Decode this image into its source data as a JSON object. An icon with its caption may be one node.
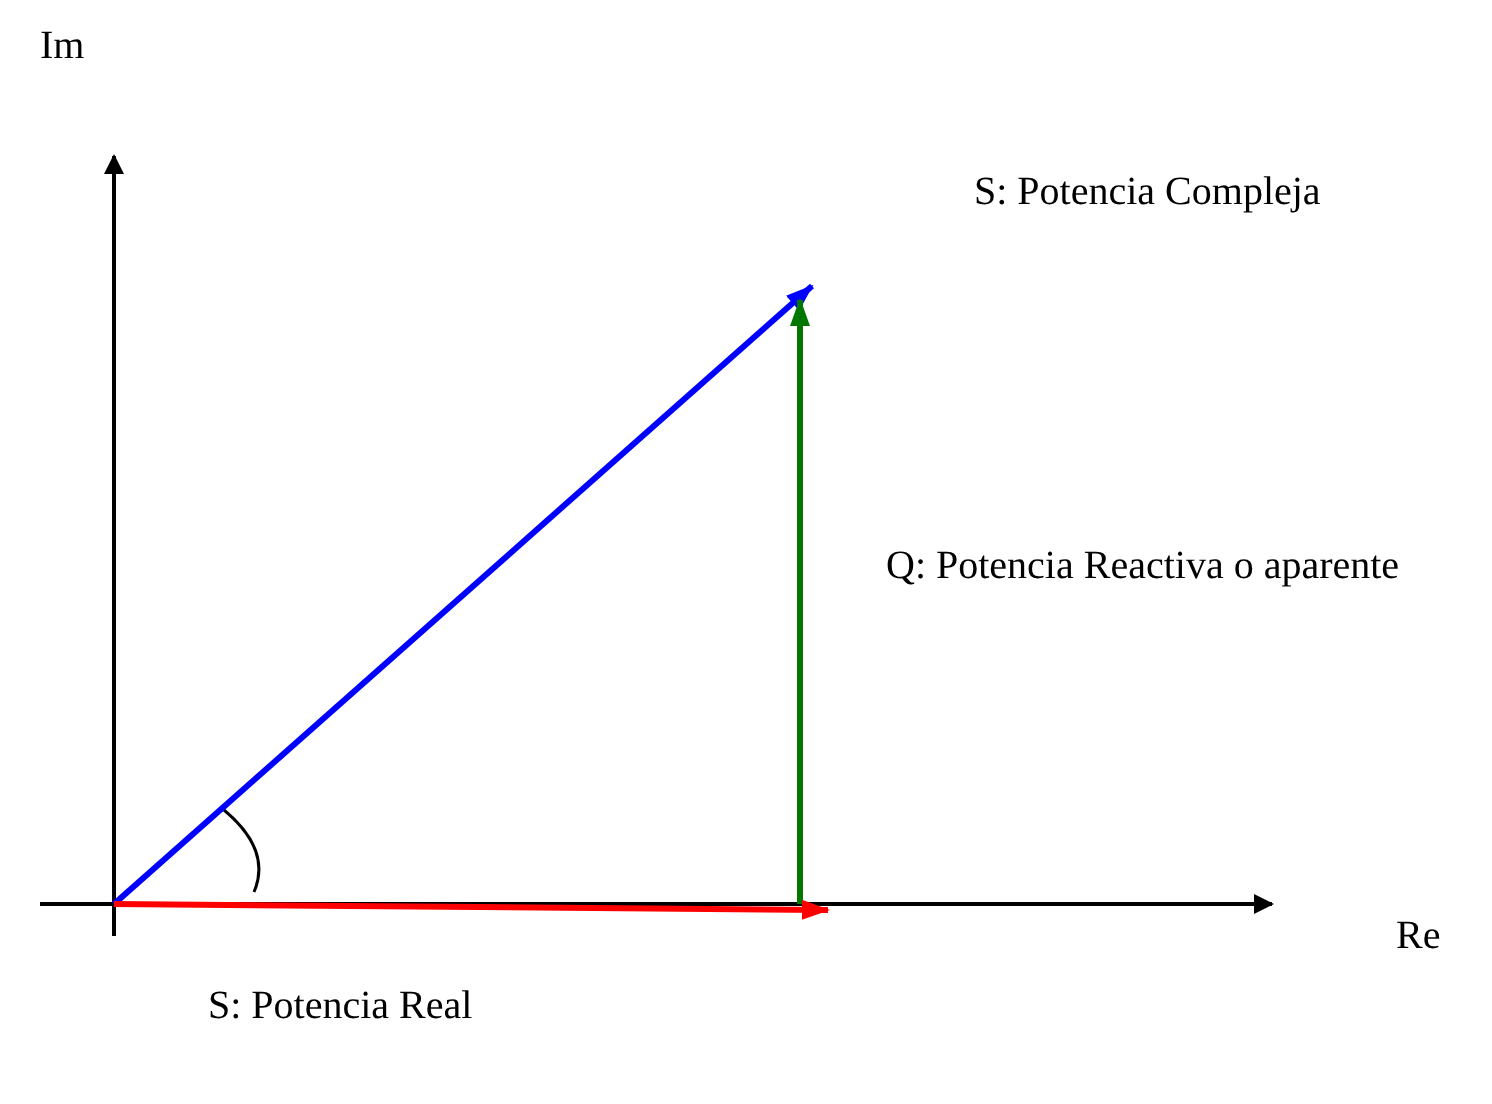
{
  "diagram": {
    "labels": [
      "Im",
      "S: Potencia Compleja",
      "Q: Potencia Reactiva o aparente",
      "S: Potencia Real",
      "Re"
    ]
  }
}
